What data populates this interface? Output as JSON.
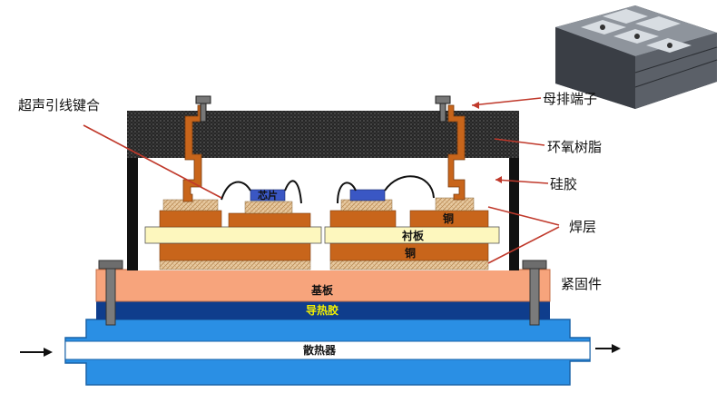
{
  "labels": {
    "wire_bond": "超声引线键合",
    "busbar_terminal": "母排端子",
    "epoxy_resin": "环氧树脂",
    "silicone_gel": "硅胶",
    "solder_layer": "焊层",
    "fastener": "紧固件",
    "chip": "芯片",
    "copper_top": "铜",
    "substrate": "衬板",
    "copper_bottom": "铜",
    "baseplate": "基板",
    "thermal_grease": "导热胶",
    "heatsink": "散热器"
  },
  "colors": {
    "epoxy": "#2b2b2b",
    "copper": "#c8651b",
    "solder": "#e7c9a0",
    "substrate": "#fdf7be",
    "baseplate": "#f7a47c",
    "thermal_grease": "#0f3d8c",
    "heatsink": "#2a8fe4",
    "thermal_text": "#f4f000",
    "chip": "#3a57c4",
    "leader": "#c0392b"
  }
}
